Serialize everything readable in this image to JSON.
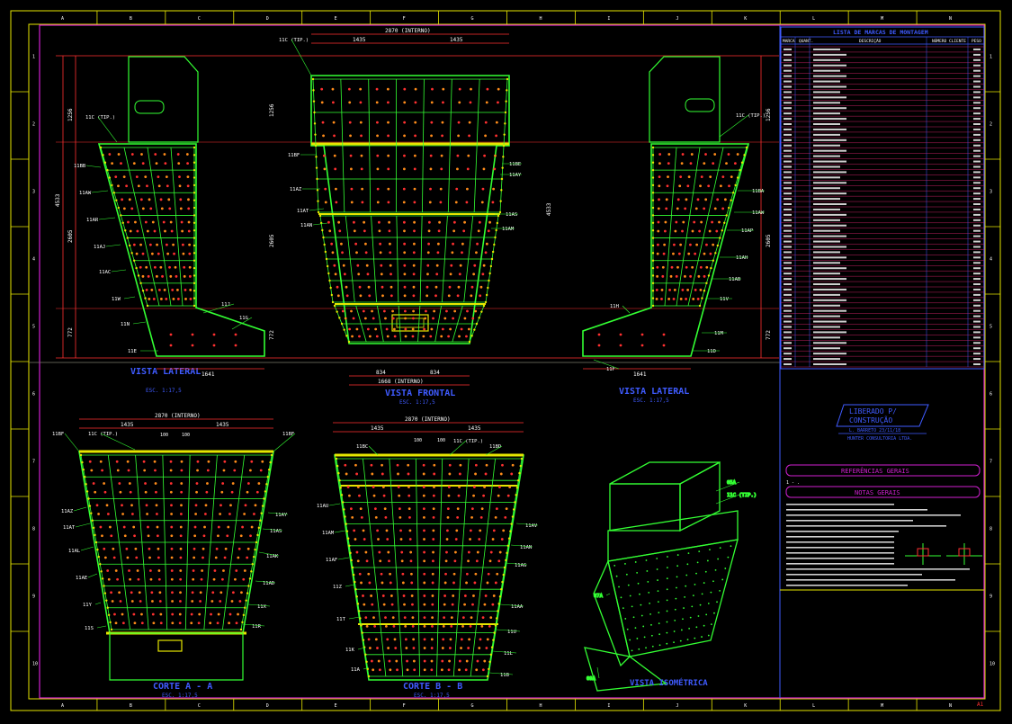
{
  "colors": {
    "background": "#000000",
    "frame_yellow": "#e6e600",
    "grid_gray": "#7a7a6a",
    "plate_green": "#33ff33",
    "bolt_red": "#ff3030",
    "bolt_orange": "#ff8c1a",
    "dim_red": "#ff3030",
    "title_blue": "#3f5bff",
    "border_magenta": "#d020d0",
    "table_lines": "#c02060",
    "label_white": "#ffffff"
  },
  "grid": {
    "columns": [
      "A",
      "B",
      "C",
      "D",
      "E",
      "F",
      "G",
      "H",
      "I",
      "J",
      "K",
      "L",
      "M",
      "N"
    ],
    "rows": [
      "1",
      "2",
      "3",
      "4",
      "5",
      "6",
      "7",
      "8",
      "9",
      "10"
    ]
  },
  "views": {
    "lateral_left": {
      "title": "VISTA LATERAL",
      "scale": "ESC. 1:17,5",
      "dim_bottom": "1641",
      "dim_total": "4533",
      "dim_upper": "1256",
      "dim_mid": "2605",
      "dim_lower": "772",
      "labels": [
        "11C (TIP.)",
        "11BB",
        "11AW",
        "11AR",
        "11AJ",
        "11AC",
        "11W",
        "11N",
        "11E",
        "11J",
        "11G"
      ]
    },
    "frontal": {
      "title": "VISTA FRONTAL",
      "scale": "ESC. 1:17,5",
      "dim_top": "2870 (INTERNO)",
      "dim_top_left": "1435",
      "dim_top_right": "1435",
      "dim_bot_left": "834",
      "dim_bot_right": "834",
      "dim_bottom": "1668 (INTERNO)",
      "dim_total": "4533",
      "dim_upper": "1256",
      "dim_mid": "2605",
      "dim_lower": "772",
      "labels": [
        "11C (TIP.)",
        "11BF",
        "11AZ",
        "11AT",
        "11AN",
        "11BE",
        "11AY",
        "11AS",
        "11AM"
      ]
    },
    "lateral_right": {
      "title": "VISTA LATERAL",
      "scale": "ESC. 1:17,5",
      "dim_bottom": "1641",
      "dim_mid": "2605",
      "dim_lower": "772",
      "labels": [
        "11C (TIP.)",
        "11BA",
        "11AW",
        "11AP",
        "11AH",
        "11AB",
        "11V",
        "11H",
        "11M",
        "11D",
        "11F"
      ]
    },
    "corte_a": {
      "title": "CORTE A - A",
      "scale": "ESC. 1:17,5",
      "dim_top": "2870 (INTERNO)",
      "dim_top_left": "1435",
      "dim_top_right": "1435",
      "dim_small_a": "100",
      "dim_small_b": "100",
      "labels": [
        "11BF",
        "11C (TIP.)",
        "11BF",
        "11AZ",
        "11AT",
        "11AL",
        "11AE",
        "11Y",
        "11S",
        "11AY",
        "11AS",
        "11AK",
        "11AD",
        "11X",
        "11R"
      ]
    },
    "corte_b": {
      "title": "CORTE B - B",
      "scale": "ESC. 1:17,5",
      "dim_top": "2870 (INTERNO)",
      "dim_top_left": "1435",
      "dim_top_right": "1435",
      "dim_small_a": "100",
      "dim_small_b": "100",
      "labels": [
        "11BC",
        "11C (TIP.)",
        "11BD",
        "11AU",
        "11AM",
        "11AF",
        "11Z",
        "11T",
        "11K",
        "11A",
        "11AV",
        "11AN",
        "11AG",
        "11AA",
        "11U",
        "11L",
        "11B"
      ]
    },
    "iso": {
      "title": "VISTA ISOMÉTRICA",
      "labels": [
        "05A",
        "11C (TIP.)",
        "07A",
        "09A"
      ]
    }
  },
  "parts_table": {
    "title": "LISTA DE MARCAS DE MONTAGEM",
    "headers": [
      "MARCA",
      "QUANT.",
      "DESCRIÇÃO",
      "NÚMERO CLIENTE",
      "PESO"
    ]
  },
  "stamp": {
    "line1": "LIBERADO P/",
    "line2": "CONSTRUÇÃO",
    "signature": "L. BARRETO 23/11/18",
    "company": "HUNTER CONSULTORIA LTDA."
  },
  "references_title": "REFERÊNCIAS GERAIS",
  "notes_title": "NOTAS GERAIS",
  "sheet_number": "A1"
}
